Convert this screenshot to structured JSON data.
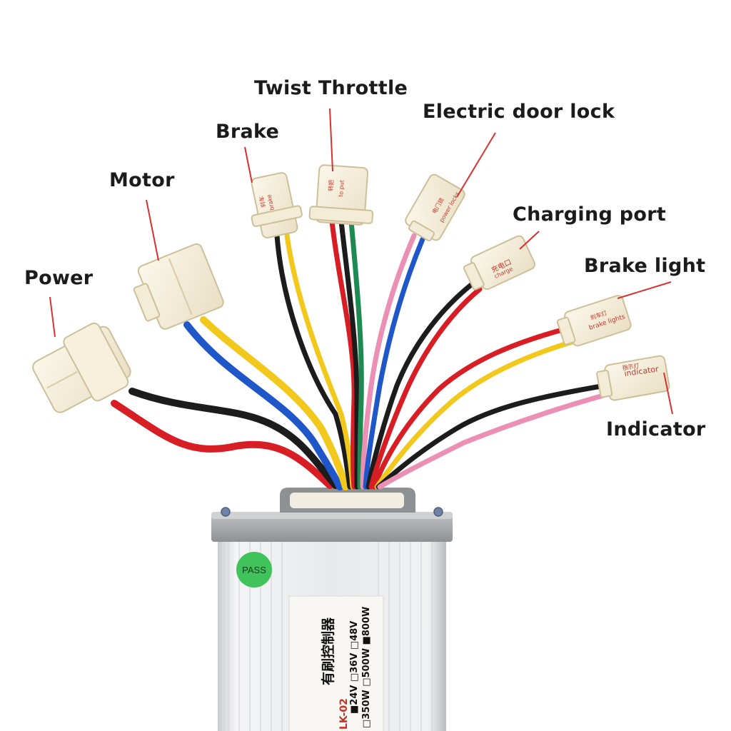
{
  "labels": {
    "power": "Power",
    "motor": "Motor",
    "brake": "Brake",
    "twist_throttle": "Twist Throttle",
    "electric_door_lock": "Electric door lock",
    "charging_port": "Charging port",
    "brake_light": "Brake light",
    "indicator": "Indicator"
  },
  "connector_tags": {
    "brake": [
      "刹车",
      "brake"
    ],
    "throttle": [
      "转把",
      "to put"
    ],
    "door_lock": [
      "电门锁",
      "power locks"
    ],
    "charge": [
      "充电口",
      "charge"
    ],
    "brake_light": [
      "刹车灯",
      "brake lights"
    ],
    "indicator": [
      "指示灯",
      "indicator"
    ]
  },
  "controller": {
    "pass_sticker": "PASS",
    "product_name": "有刷控制器",
    "model_fragment": "LK-02",
    "voltage_options": "■24V  □36V  □48V",
    "power_options": "□350W □500W ■800W"
  },
  "colors": {
    "red": "#d81e25",
    "black": "#1c1c1c",
    "blue": "#1f57c9",
    "yellow": "#f2c81c",
    "green": "#1e8a52",
    "pink": "#ec8fb5",
    "callout_line": "#d8322f",
    "connector": "#f7f0dc",
    "pass_green": "#3fc35a"
  }
}
